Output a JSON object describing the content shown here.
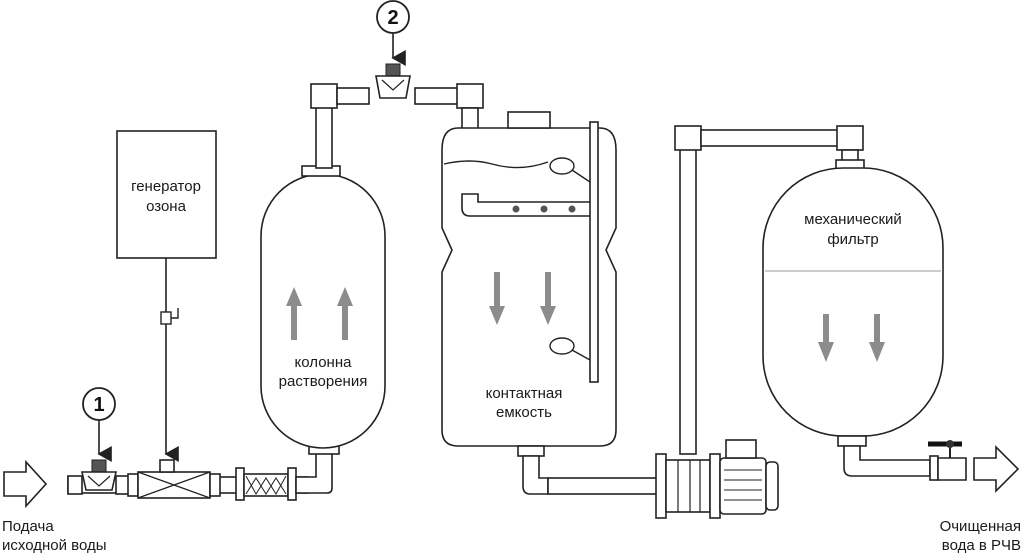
{
  "labels": {
    "ozone_generator": [
      "генератор",
      "озона"
    ],
    "dissolution_column": [
      "колонна",
      "растворения"
    ],
    "contact_tank": [
      "контактная",
      "емкость"
    ],
    "mechanical_filter": [
      "механический",
      "фильтр"
    ],
    "inlet": [
      "Подача",
      "исходной воды"
    ],
    "outlet": [
      "Очищенная",
      "вода в РЧВ"
    ]
  },
  "markers": {
    "m1": "1",
    "m2": "2"
  },
  "colors": {
    "line": "#222222",
    "arrow": "#8c8c8c",
    "filter_level": "#bbbbbb"
  }
}
